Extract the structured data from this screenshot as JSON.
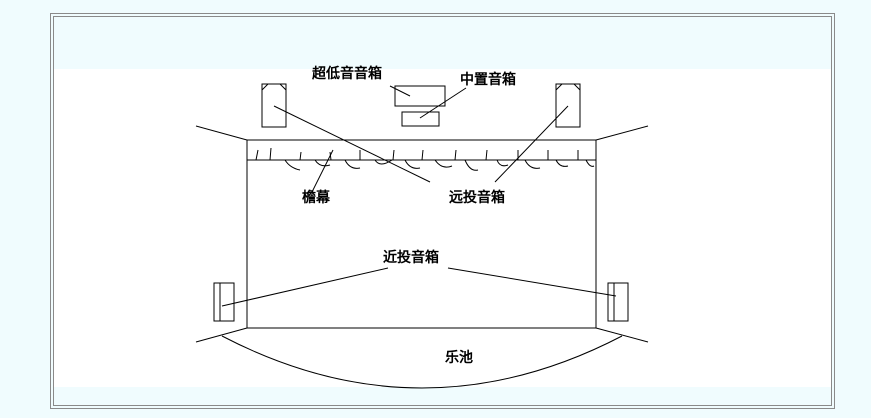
{
  "labels": {
    "subwoofer": "超低音音箱",
    "center": "中置音箱",
    "valance": "檐幕",
    "far": "远投音箱",
    "near": "近投音箱",
    "pit": "乐池"
  }
}
